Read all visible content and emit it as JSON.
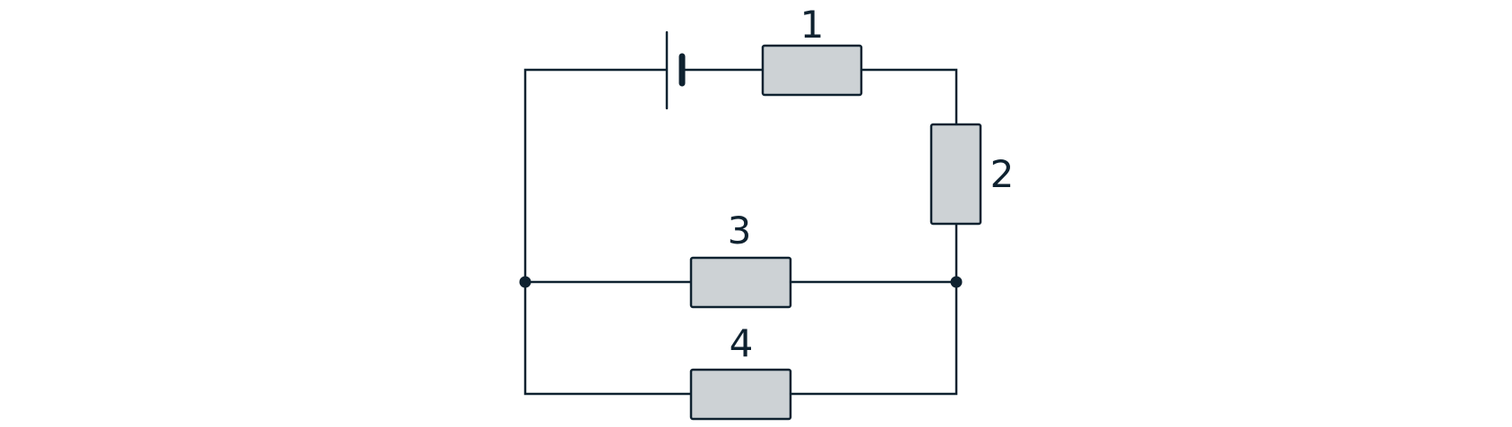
{
  "diagram": {
    "colors": {
      "line": "#0f2230",
      "resistor_fill": "#cdd2d5",
      "background": "#ffffff"
    },
    "components": [
      {
        "type": "battery",
        "name": "battery-cell"
      },
      {
        "type": "resistor",
        "label": "1"
      },
      {
        "type": "resistor",
        "label": "2"
      },
      {
        "type": "resistor",
        "label": "3"
      },
      {
        "type": "resistor",
        "label": "4"
      }
    ],
    "junctions": 2
  }
}
